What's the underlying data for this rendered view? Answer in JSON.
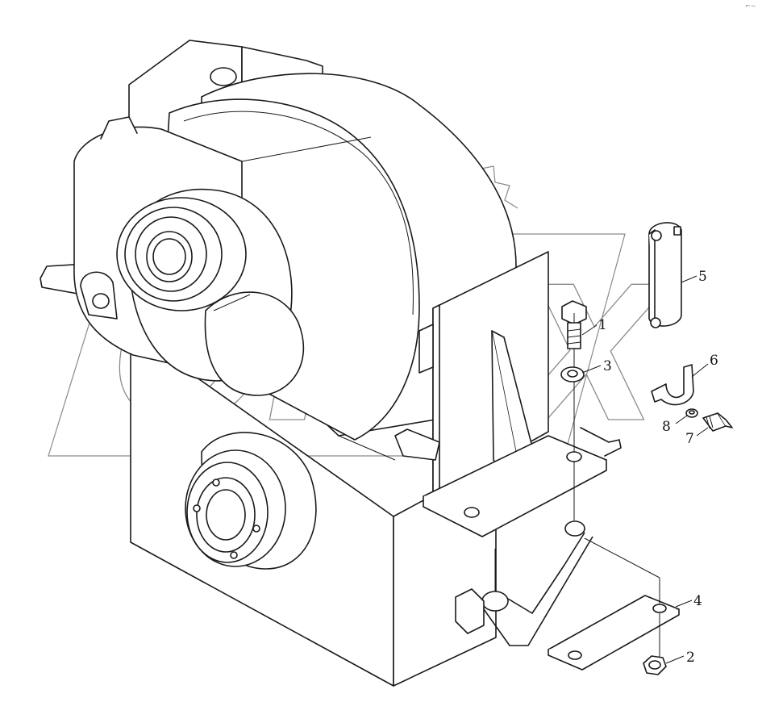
{
  "drawing": {
    "watermark_text": "OPEX",
    "corner_mark": "⌐~",
    "callouts": [
      "1",
      "2",
      "3",
      "4",
      "5",
      "6",
      "7",
      "8"
    ]
  },
  "colors": {
    "line": "#1a1a1a",
    "watermark": "#8a8a8a",
    "background": "#ffffff"
  }
}
